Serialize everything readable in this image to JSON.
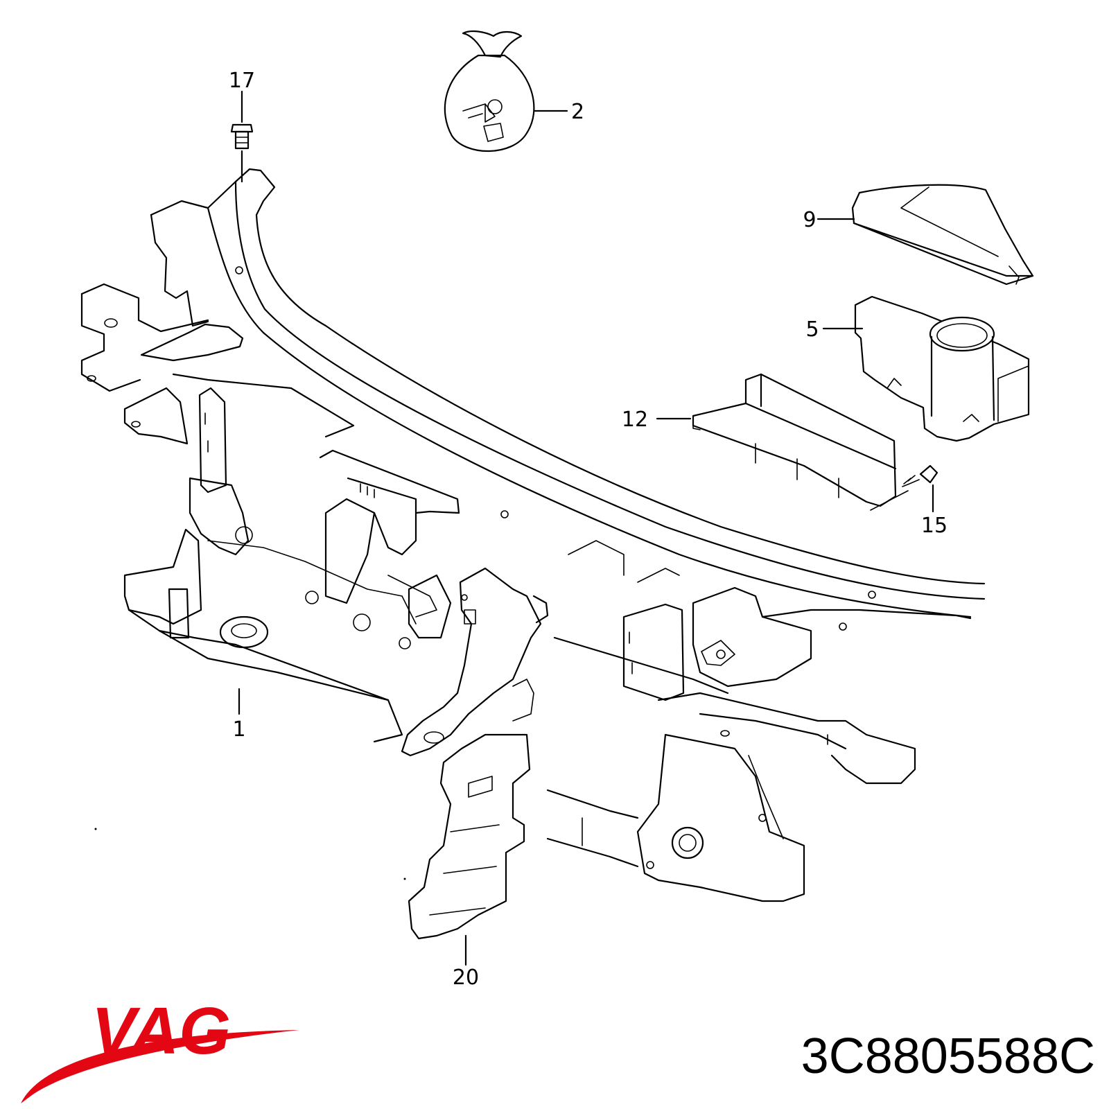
{
  "diagram": {
    "callouts": [
      {
        "id": "17",
        "label": "17"
      },
      {
        "id": "2",
        "label": "2"
      },
      {
        "id": "9",
        "label": "9"
      },
      {
        "id": "5",
        "label": "5"
      },
      {
        "id": "12",
        "label": "12"
      },
      {
        "id": "15",
        "label": "15"
      },
      {
        "id": "1",
        "label": "1"
      },
      {
        "id": "20",
        "label": "20"
      }
    ]
  },
  "brand": {
    "logo_text": "VAG",
    "logo_color": "#e30613"
  },
  "part_number": "3C8805588C",
  "colors": {
    "line": "#000000",
    "background": "#ffffff"
  }
}
